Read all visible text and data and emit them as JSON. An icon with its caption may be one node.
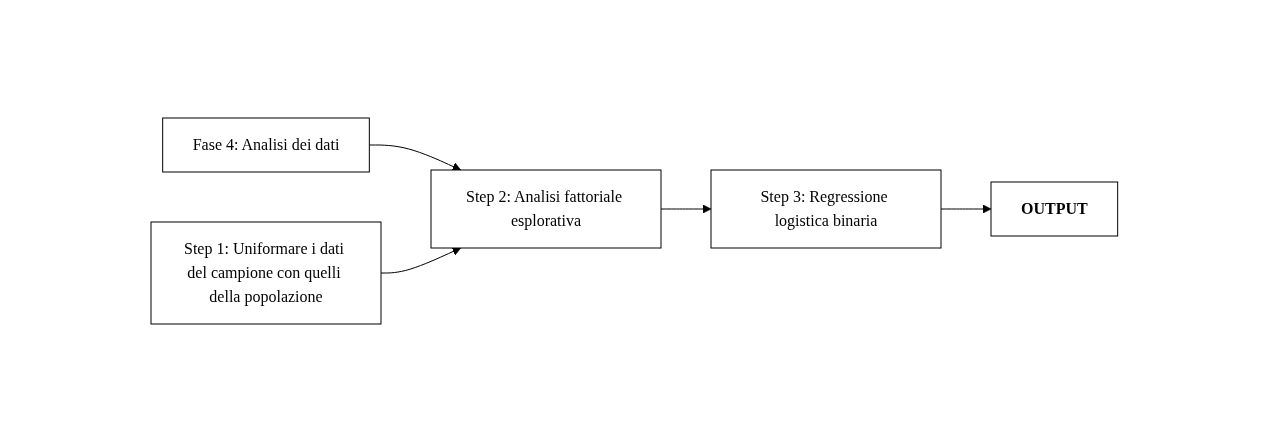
{
  "diagram": {
    "nodes": [
      {
        "text": [
          "Fase 4: Analisi dei dati"
        ]
      },
      {
        "text": [
          "Step 1: Uniformare i dati del campione con quelli della popolazione"
        ]
      },
      {
        "text": [
          "Step 2: Analisi fattoriale esplorativa"
        ]
      },
      {
        "text": [
          "Step 3: Regressione logistica binaria"
        ]
      },
      {
        "text": [
          "OUTPUT"
        ]
      }
    ],
    "edges": [
      {
        "from": 0,
        "to": 2,
        "arrow": "to"
      },
      {
        "from": 1,
        "to": 2,
        "arrow": "to"
      },
      {
        "from": 2,
        "to": 3,
        "arrow": "to"
      },
      {
        "from": 3,
        "to": 4,
        "arrow": "to"
      }
    ]
  }
}
